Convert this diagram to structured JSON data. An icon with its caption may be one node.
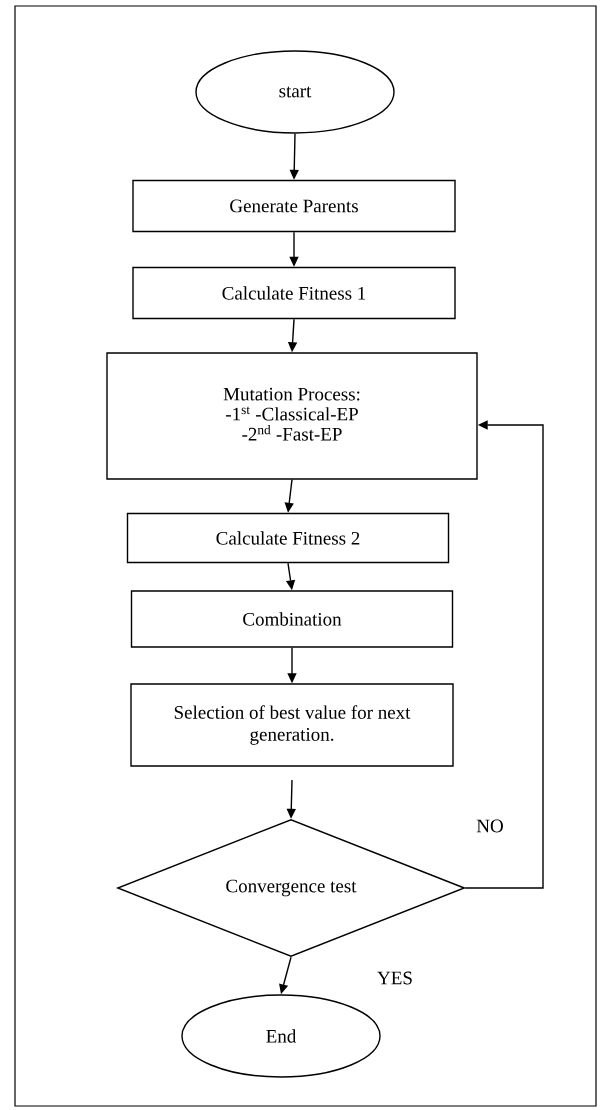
{
  "diagram": {
    "nodes": [
      {
        "text": [
          "start"
        ]
      },
      {
        "text": [
          "Generate Parents"
        ]
      },
      {
        "text": [
          "Calculate Fitness 1"
        ]
      },
      {
        "text": [
          "Mutation Process:",
          "-1$^{st}$ -Classical-EP",
          "-2$^{nd}$ -Fast-EP"
        ]
      },
      {
        "text": [
          "Calculate Fitness 2"
        ]
      },
      {
        "text": [
          "Combination"
        ]
      },
      {
        "text": [
          "Selection of best value for next generation."
        ]
      },
      {
        "text": [
          "Convergence test"
        ]
      },
      {
        "text": [
          "End"
        ]
      }
    ],
    "edges": [
      {
        "from": 0,
        "to": 1,
        "arrow": "to"
      },
      {
        "from": 1,
        "to": 2,
        "arrow": "to"
      },
      {
        "from": 2,
        "to": 3,
        "arrow": "to"
      },
      {
        "from": 3,
        "to": 4,
        "arrow": "to"
      },
      {
        "from": 4,
        "to": 5,
        "arrow": "to"
      },
      {
        "from": 5,
        "to": 6,
        "arrow": "to"
      },
      {
        "from": 6,
        "to": 7,
        "arrow": "to"
      },
      {
        "from": 7,
        "to": 8,
        "arrow": "to",
        "label": "YES"
      },
      {
        "from": 7,
        "to": 3,
        "arrow": "to",
        "label": "NO"
      }
    ]
  }
}
